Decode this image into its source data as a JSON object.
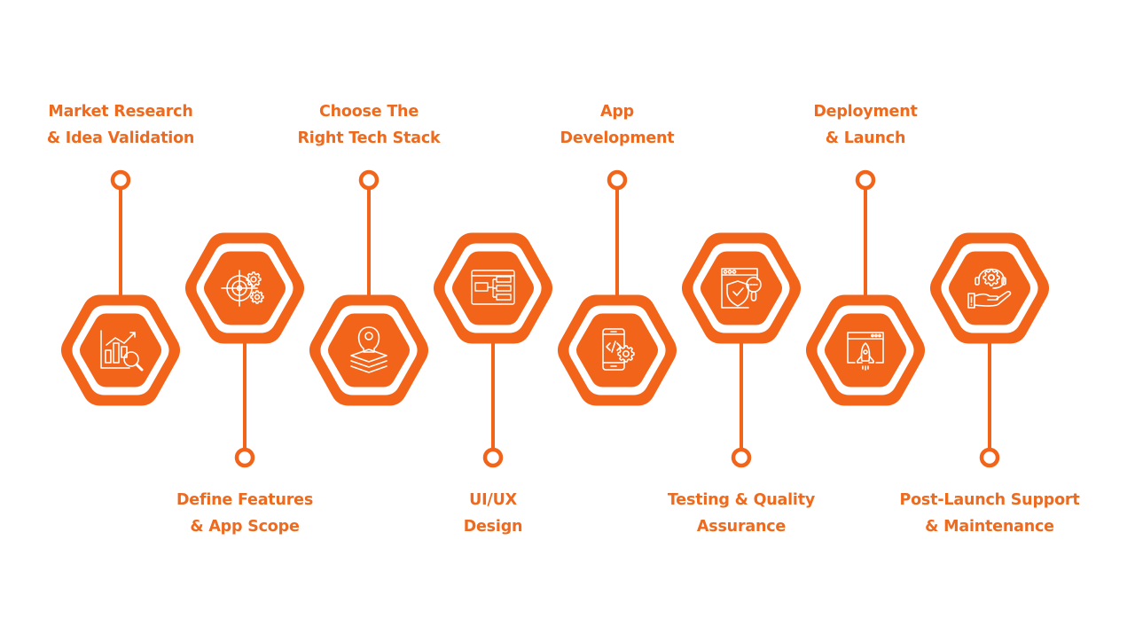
{
  "title": "App Development Process",
  "colors": {
    "accent": "#f26419",
    "label": "#ee6a1f",
    "background": "#ffffff",
    "icon_stroke": "#ffffff"
  },
  "steps": [
    {
      "id": 1,
      "lines": [
        "Market Research",
        "& Idea Validation"
      ],
      "icon": "analytics-search-icon",
      "label_position": "top"
    },
    {
      "id": 2,
      "lines": [
        "Define Features",
        "& App Scope"
      ],
      "icon": "target-gears-icon",
      "label_position": "bottom"
    },
    {
      "id": 3,
      "lines": [
        "Choose The",
        "Right Tech Stack"
      ],
      "icon": "lightbulb-layers-icon",
      "label_position": "top"
    },
    {
      "id": 4,
      "lines": [
        "UI/UX",
        "Design"
      ],
      "icon": "wireframe-window-icon",
      "label_position": "bottom"
    },
    {
      "id": 5,
      "lines": [
        "App",
        "Development"
      ],
      "icon": "mobile-code-gear-icon",
      "label_position": "top"
    },
    {
      "id": 6,
      "lines": [
        "Testing & Quality",
        "Assurance"
      ],
      "icon": "shield-check-search-icon",
      "label_position": "bottom"
    },
    {
      "id": 7,
      "lines": [
        "Deployment",
        "& Launch"
      ],
      "icon": "rocket-window-icon",
      "label_position": "top"
    },
    {
      "id": 8,
      "lines": [
        "Post-Launch Support",
        "& Maintenance"
      ],
      "icon": "support-hand-gear-icon",
      "label_position": "bottom"
    }
  ]
}
